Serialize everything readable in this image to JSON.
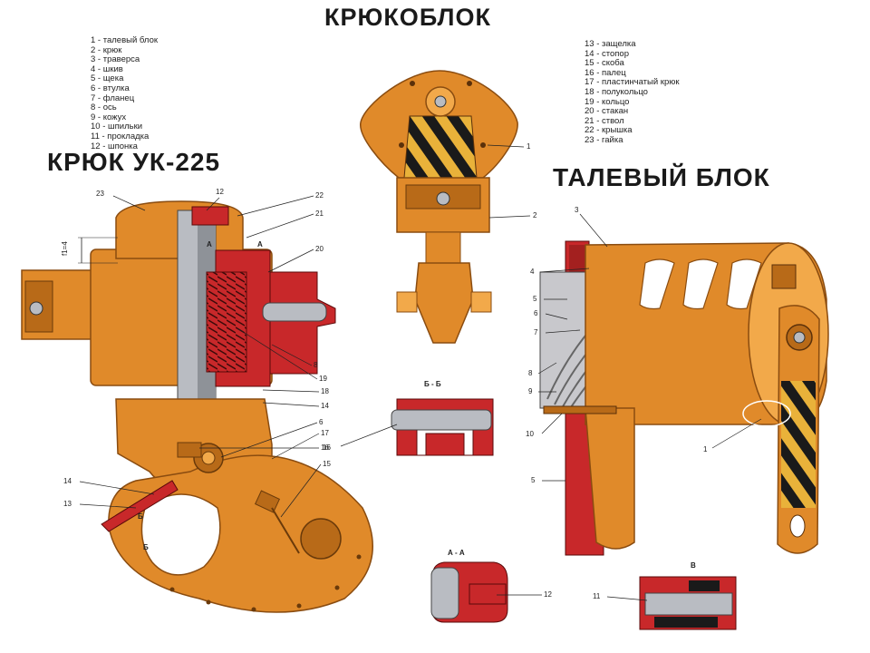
{
  "titles": {
    "main": "КРЮКОБЛОК",
    "hook": "КРЮК УК-225",
    "block": "ТАЛЕВЫЙ БЛОК"
  },
  "legend_left": [
    "1 - талевый блок",
    "2 - крюк",
    "3 - траверса",
    "4 - шкив",
    "5 - щека",
    "6 - втулка",
    "7 - фланец",
    "8 - ось",
    "9 - кожух",
    "10 - шпильки",
    "11 - прокладка",
    "12 - шпонка"
  ],
  "legend_right": [
    "13 - защелка",
    "14 - стопор",
    "15 - скоба",
    "16 - палец",
    "17 - пластинчатый крюк",
    "18 - полукольцо",
    "19 - кольцо",
    "20 - стакан",
    "21 - ствол",
    "22 - крышка",
    "23 - гайка"
  ],
  "callouts": {
    "hook": [
      "23",
      "12",
      "22",
      "21",
      "20",
      "8",
      "19",
      "18",
      "14",
      "6",
      "17",
      "16",
      "15",
      "14",
      "13"
    ],
    "crane_block": [
      "1",
      "2"
    ],
    "talev": [
      "3",
      "4",
      "5",
      "6",
      "7",
      "8",
      "9",
      "10",
      "5",
      "1"
    ],
    "sections": {
      "bb": "Б - Б",
      "aa": "А - А",
      "v": "В",
      "a_mark": "А",
      "a_arrow": "А",
      "b_mark": "Б",
      "b_mark2": "Б",
      "aa_num": "12",
      "v_num": "11"
    },
    "dimension": "f1=4"
  },
  "colors": {
    "orange": "#e08a2a",
    "orange_dark": "#b86a18",
    "orange_light": "#f2a94a",
    "red": "#c8282a",
    "steel": "#b9bcc2",
    "black": "#1a1a1a",
    "yellow": "#e9b23a"
  }
}
